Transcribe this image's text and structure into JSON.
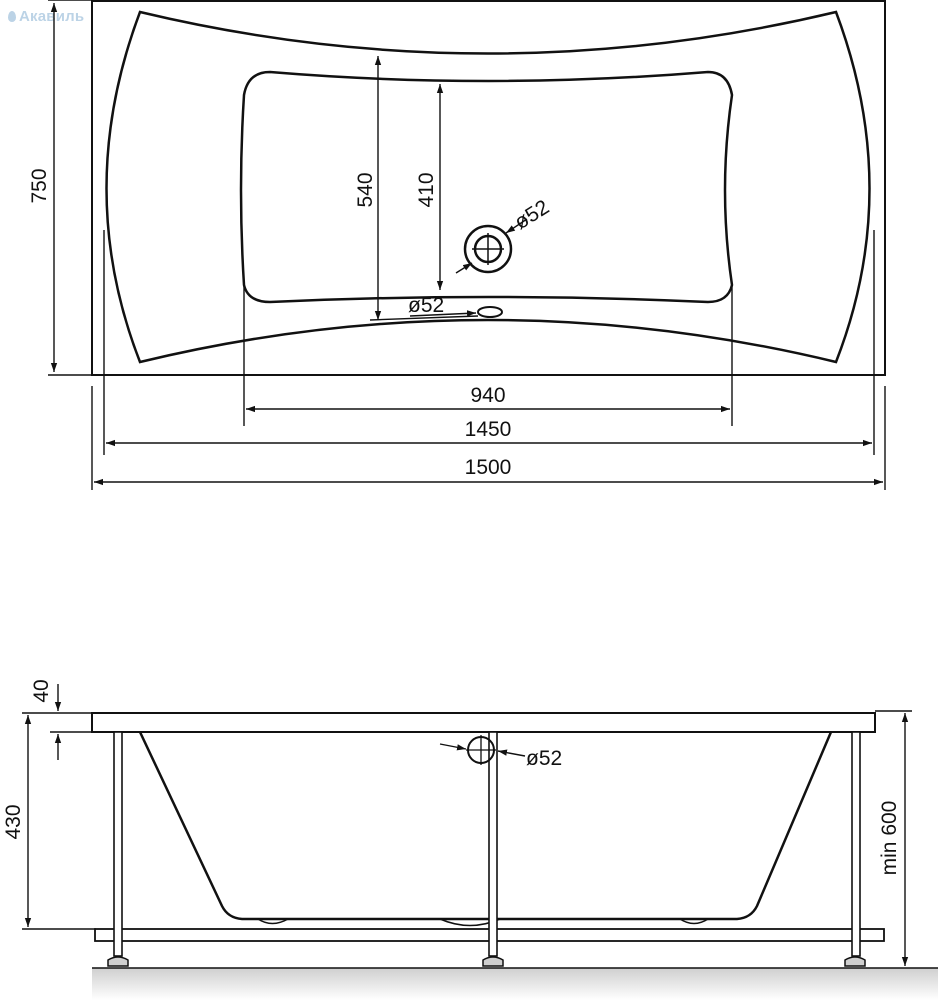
{
  "brand": {
    "name": "Акавиль"
  },
  "top_view": {
    "width_label": "750",
    "inner_width_label": "540",
    "bottom_width_label": "410",
    "drain_label": "ø52",
    "overflow_label": "ø52",
    "bottom_length_label": "940",
    "inner_length_label": "1450",
    "total_length_label": "1500"
  },
  "side_view": {
    "rim_label": "40",
    "depth_label": "430",
    "height_label": "min 600",
    "overflow_label": "ø52"
  }
}
